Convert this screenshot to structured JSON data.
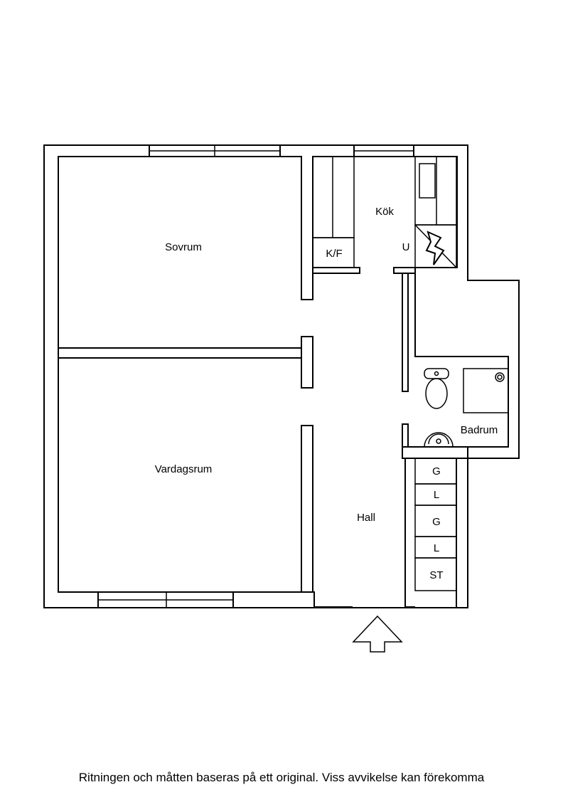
{
  "rooms": {
    "sovrum": "Sovrum",
    "vardagsrum": "Vardagsrum",
    "kok": "Kök",
    "hall": "Hall",
    "badrum": "Badrum"
  },
  "fixtures": {
    "kf": "K/F",
    "u": "U",
    "closets": [
      "G",
      "L",
      "G",
      "L",
      "ST"
    ]
  },
  "icons": {
    "entrance": "arrow-up-icon",
    "stove": "lightning-icon"
  },
  "footer": "Ritningen och måtten baseras på ett original. Viss avvikelse kan förekomma"
}
